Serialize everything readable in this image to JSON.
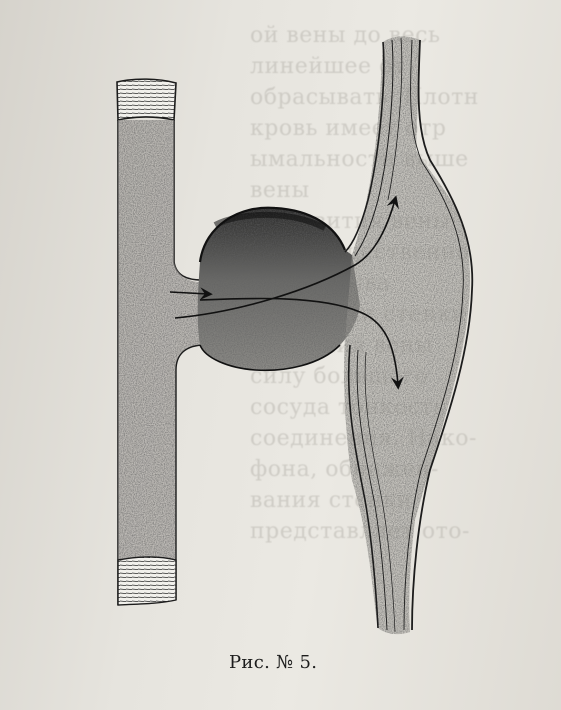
{
  "caption": "Рис. № 5.",
  "background_text_lines": [
    "ой вены до весь",
    "линейшее от",
    "обрасывать. Плотн",
    "кровь имеет отр",
    "ымальности выше",
    "вены",
    "и развития вены",
    "преимущественно",
    "трения шва",
    "состоянии стенки",
    "единения вены",
    "силу большого",
    "сосуда тонкость",
    "соединения. Нако-",
    "фона, обнажен-",
    "вания стенки",
    "представляет ото-"
  ],
  "colors": {
    "paper": "#e6e4de",
    "ink": "#1c1c1c",
    "stipple": "#3a3a3a"
  }
}
